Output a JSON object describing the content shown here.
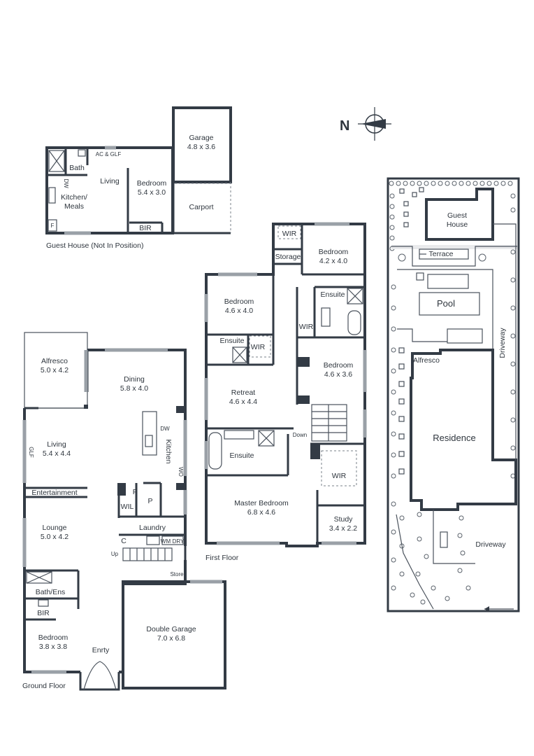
{
  "compass": {
    "label": "N"
  },
  "guest_house": {
    "caption": "Guest House (Not In Position)",
    "rooms": {
      "garage_name": "Garage",
      "garage_dims": "4.8 x 3.6",
      "bath": "Bath",
      "ac_glf": "AC & GLF",
      "living": "Living",
      "kitchen_line1": "Kitchen/",
      "kitchen_line2": "Meals",
      "bedroom_name": "Bedroom",
      "bedroom_dims": "5.4 x 3.0",
      "carport": "Carport",
      "bir": "BIR",
      "dw": "DW",
      "f": "F"
    }
  },
  "first_floor": {
    "caption": "First Floor",
    "rooms": {
      "wir_top": "WIR",
      "bedroom1_name": "Bedroom",
      "bedroom1_dims": "4.2 x 4.0",
      "storage": "Storage",
      "bedroom2_name": "Bedroom",
      "bedroom2_dims": "4.6 x 4.0",
      "ensuite_right": "Ensuite",
      "wir_mid": "WIR",
      "ensuite_left": "Ensuite",
      "wir_left": "WIR",
      "bedroom3_name": "Bedroom",
      "bedroom3_dims": "4.6 x 3.6",
      "retreat_name": "Retreat",
      "retreat_dims": "4.6 x 4.4",
      "down": "Down",
      "ensuite_master": "Ensuite",
      "wir_master": "WIR",
      "master_name": "Master Bedroom",
      "master_dims": "6.8 x 4.6",
      "study_name": "Study",
      "study_dims": "3.4 x 2.2"
    }
  },
  "ground_floor": {
    "caption": "Ground Floor",
    "rooms": {
      "alfresco_name": "Alfresco",
      "alfresco_dims": "5.0 x 4.2",
      "dining_name": "Dining",
      "dining_dims": "5.8 x 4.0",
      "living_name": "Living",
      "living_dims": "5.4 x 4.4",
      "glf": "GLF",
      "dw": "DW",
      "kitchen": "Kitchen",
      "wo": "WO",
      "entertainment": "Entertainment",
      "wil": "WIL",
      "f": "F",
      "p": "P",
      "laundry": "Laundry",
      "lounge_name": "Lounge",
      "lounge_dims": "5.0 x 4.2",
      "c": "C",
      "wm": "WM",
      "dry": "DRY",
      "up": "Up",
      "store": "Store",
      "bath_ens": "Bath/Ens",
      "bir": "BIR",
      "bedroom_name": "Bedroom",
      "bedroom_dims": "3.8 x 3.8",
      "garage_name": "Double Garage",
      "garage_dims": "7.0 x 6.8",
      "entry": "Enrty"
    }
  },
  "site_plan": {
    "labels": {
      "guest_line1": "Guest",
      "guest_line2": "House",
      "terrace": "Terrace",
      "pool": "Pool",
      "driveway_vertical": "Driveway",
      "alfresco": "Alfresco",
      "residence": "Residence",
      "driveway": "Driveway"
    }
  }
}
